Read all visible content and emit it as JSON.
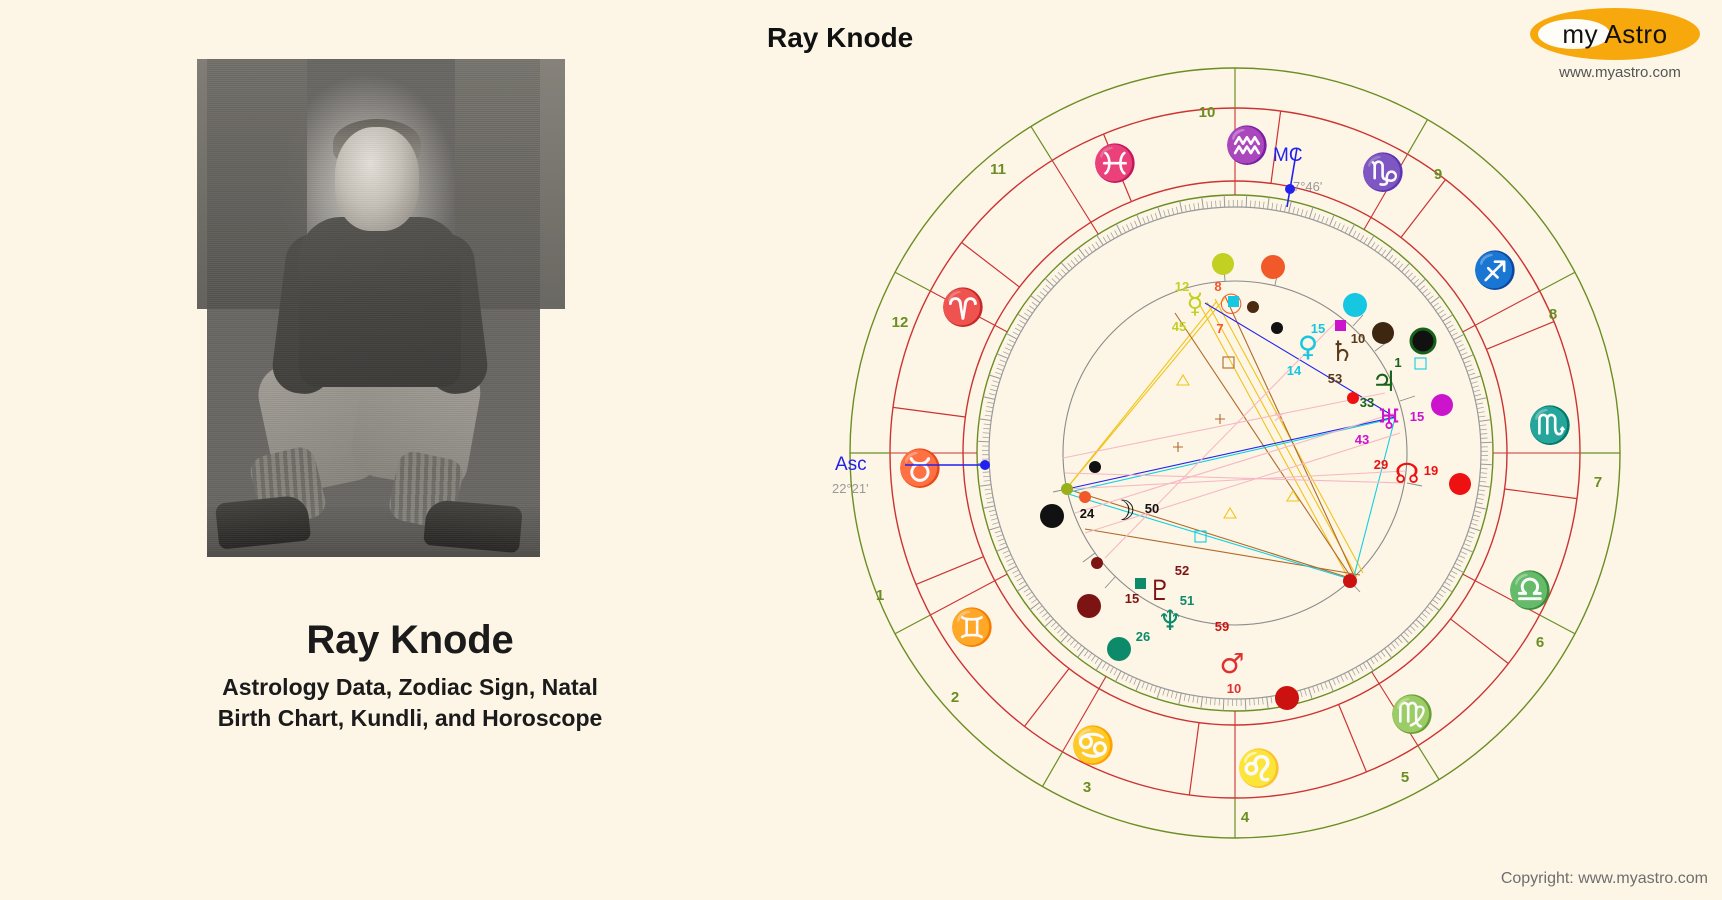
{
  "page": {
    "background_color": "#fdf6e7",
    "title": "Ray Knode"
  },
  "header": {
    "chart_title": "Ray Knode",
    "logo": {
      "text_my": "my",
      "text_astro": "Astro",
      "full_text": "my Astro",
      "url": "www.myastro.com",
      "oval_color": "#f7a80d"
    },
    "copyright": "Copyright: www.myastro.com"
  },
  "left_panel": {
    "photo_alt": "portrait-photo",
    "name": "Ray Knode",
    "subtitle_line1": "Astrology Data, Zodiac Sign, Natal",
    "subtitle_line2": "Birth Chart, Kundli, and Horoscope"
  },
  "chart_data": {
    "type": "natal-wheel",
    "title": "Ray Knode",
    "axes": [
      {
        "name": "Asc",
        "label": "Asc",
        "degree": "22°21'",
        "color": "#2222ee"
      },
      {
        "name": "MC",
        "label": "MC",
        "degree": "7°46'",
        "color": "#2222ee"
      }
    ],
    "signs": [
      {
        "name": "Pisces",
        "glyph": "♓",
        "color": "#29a8e0"
      },
      {
        "name": "Aries",
        "glyph": "♈",
        "color": "#e8251f"
      },
      {
        "name": "Taurus",
        "glyph": "♉",
        "color": "#c08a5a"
      },
      {
        "name": "Gemini",
        "glyph": "♊",
        "color": "#f2592a"
      },
      {
        "name": "Cancer",
        "glyph": "♋",
        "color": "#29a8e0"
      },
      {
        "name": "Leo",
        "glyph": "♌",
        "color": "#e8251f"
      },
      {
        "name": "Virgo",
        "glyph": "♍",
        "color": "#c08a5a"
      },
      {
        "name": "Libra",
        "glyph": "♎",
        "color": "#3c8a3c"
      },
      {
        "name": "Scorpio",
        "glyph": "♏",
        "color": "#29a8e0"
      },
      {
        "name": "Sagittarius",
        "glyph": "♐",
        "color": "#e8251f"
      },
      {
        "name": "Capricorn",
        "glyph": "♑",
        "color": "#e8251f"
      },
      {
        "name": "Aquarius",
        "glyph": "♒",
        "color": "#f2592a"
      }
    ],
    "house_numbers": [
      "1",
      "2",
      "3",
      "4",
      "5",
      "6",
      "7",
      "8",
      "9",
      "10",
      "11",
      "12"
    ],
    "planets": [
      {
        "name": "Mercury",
        "glyph": "☿",
        "deg": "12",
        "min": "45",
        "color": "#c2d021"
      },
      {
        "name": "Sun",
        "glyph": "☉",
        "deg": "8",
        "min": "7",
        "color": "#f2592a"
      },
      {
        "name": "Venus",
        "glyph": "♀",
        "deg": "15",
        "min": "14",
        "color": "#15c7e0"
      },
      {
        "name": "Saturn",
        "glyph": "♄",
        "deg": "10",
        "min": "53",
        "color": "#5b3a16"
      },
      {
        "name": "Jupiter",
        "glyph": "♃",
        "deg": "1",
        "min": "33",
        "color": "#17611b"
      },
      {
        "name": "Uranus",
        "glyph": "♅",
        "deg": "15",
        "min": "43",
        "color": "#cc14cc"
      },
      {
        "name": "North Node",
        "glyph": "☊",
        "deg": "19",
        "min": "29",
        "color": "#ee1111"
      },
      {
        "name": "Mars",
        "glyph": "♂",
        "deg": "10",
        "min": "59",
        "color": "#cc1111"
      },
      {
        "name": "Neptune",
        "glyph": "♆",
        "deg": "26",
        "min": "51",
        "color": "#0d8a6a"
      },
      {
        "name": "Pluto",
        "glyph": "♇",
        "deg": "15",
        "min": "52",
        "color": "#7d1414"
      },
      {
        "name": "Moon",
        "glyph": "☽",
        "deg": "24",
        "min": "50",
        "color": "#111111"
      }
    ],
    "ring_colors": {
      "outer_ring": "#6b8e23",
      "sign_ring": "#cc3333",
      "house_ring": "#cc3333",
      "degree_scale": "#888888",
      "inner_circle": "#8a8a8a"
    },
    "aspect_colors": {
      "trine": "#f0c419",
      "square": "#cc8822",
      "sextile": "#11cfe0",
      "opposition": "#2222ee",
      "conjunction": "#f7b8c4",
      "minor": "#b06a2a"
    }
  }
}
